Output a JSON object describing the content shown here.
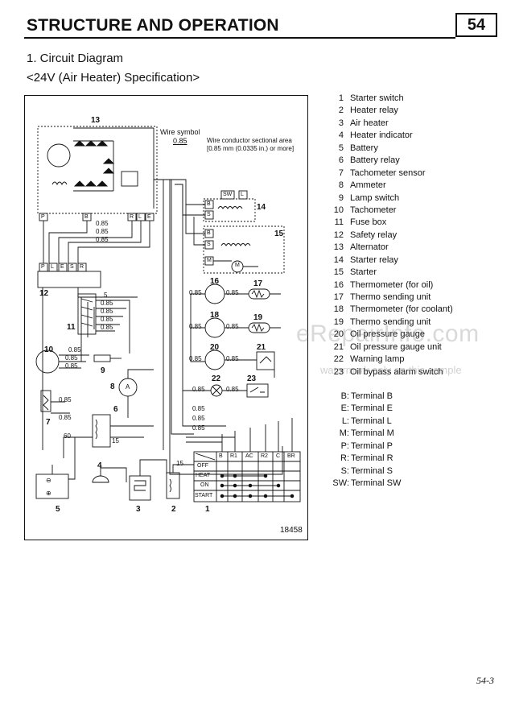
{
  "header": {
    "title": "STRUCTURE AND OPERATION",
    "page_number": "54"
  },
  "section": {
    "title": "1.  Circuit Diagram",
    "subtitle": "<24V (Air Heater) Specification>"
  },
  "figure": {
    "id": "18458",
    "wire_symbol_label": "Wire symbol",
    "wire_symbol_value": "0.85",
    "wire_note_line1": "Wire conductor sectional area",
    "wire_note_line2": "[0.85 mm (0.0335 in.) or more]",
    "wire_size_label": "0.85",
    "wire_size_60": "60",
    "wire_size_15": "15",
    "wire_size_5": "5",
    "relay14_terms": [
      "SW",
      "L",
      "B",
      "S"
    ],
    "starter15_terms": [
      "B",
      "S",
      "M"
    ],
    "motor_label": "M",
    "ammeter_label": "A",
    "alt13_terms": [
      "P",
      "B",
      "R",
      "L",
      "E"
    ],
    "fuse_terms": [
      "P",
      "L",
      "E",
      "S",
      "R"
    ],
    "switch_table": {
      "columns": [
        "B",
        "R1",
        "AC",
        "R2",
        "C",
        "BR"
      ],
      "rows": [
        "OFF",
        "HEAT",
        "ON",
        "START"
      ]
    },
    "callouts": [
      "1",
      "2",
      "3",
      "4",
      "5",
      "6",
      "7",
      "8",
      "9",
      "10",
      "11",
      "12",
      "13",
      "14",
      "15",
      "16",
      "17",
      "18",
      "19",
      "20",
      "21",
      "22",
      "23"
    ]
  },
  "legend": [
    {
      "num": "1",
      "label": "Starter switch"
    },
    {
      "num": "2",
      "label": "Heater relay"
    },
    {
      "num": "3",
      "label": "Air heater"
    },
    {
      "num": "4",
      "label": "Heater indicator"
    },
    {
      "num": "5",
      "label": "Battery"
    },
    {
      "num": "6",
      "label": "Battery relay"
    },
    {
      "num": "7",
      "label": "Tachometer sensor"
    },
    {
      "num": "8",
      "label": "Ammeter"
    },
    {
      "num": "9",
      "label": "Lamp switch"
    },
    {
      "num": "10",
      "label": "Tachometer"
    },
    {
      "num": "11",
      "label": "Fuse box"
    },
    {
      "num": "12",
      "label": "Safety relay"
    },
    {
      "num": "13",
      "label": "Alternator"
    },
    {
      "num": "14",
      "label": "Starter relay"
    },
    {
      "num": "15",
      "label": "Starter"
    },
    {
      "num": "16",
      "label": "Thermometer (for oil)"
    },
    {
      "num": "17",
      "label": "Thermo sending unit"
    },
    {
      "num": "18",
      "label": "Thermometer (for coolant)"
    },
    {
      "num": "19",
      "label": "Thermo sending unit"
    },
    {
      "num": "20",
      "label": "Oil pressure gauge"
    },
    {
      "num": "21",
      "label": "Oil pressure gauge unit"
    },
    {
      "num": "22",
      "label": "Warning lamp"
    },
    {
      "num": "23",
      "label": "Oil bypass alarm switch"
    }
  ],
  "terminals": [
    {
      "code": "B:",
      "label": "Terminal B"
    },
    {
      "code": "E:",
      "label": "Terminal E"
    },
    {
      "code": "L:",
      "label": "Terminal L"
    },
    {
      "code": "M:",
      "label": "Terminal M"
    },
    {
      "code": "P:",
      "label": "Terminal P"
    },
    {
      "code": "R:",
      "label": "Terminal R"
    },
    {
      "code": "S:",
      "label": "Terminal S"
    },
    {
      "code": "SW:",
      "label": "Terminal SW"
    }
  ],
  "watermark": {
    "main": "eRepairInfo.com",
    "sub": "watermark only on this sample"
  },
  "footer": {
    "page_ref": "54-3"
  }
}
